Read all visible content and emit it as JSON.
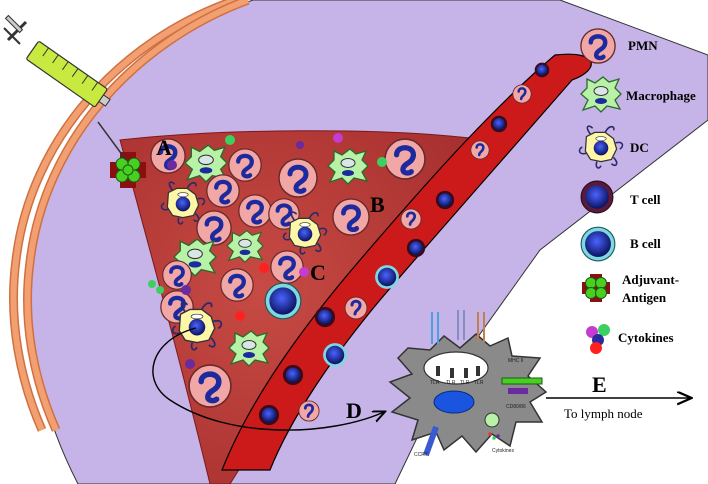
{
  "labels": {
    "A": "A",
    "B": "B",
    "C": "C",
    "D": "D",
    "E": "E",
    "to_lymph_node": "To lymph node"
  },
  "legend": {
    "pmn": "PMN",
    "macrophage": "Macrophage",
    "dc": "DC",
    "t_cell": "T cell",
    "b_cell": "B cell",
    "adjuvant_antigen_line1": "Adjuvant-",
    "adjuvant_antigen_line2": "Antigen",
    "cytokines": "Cytokines"
  },
  "dc_detail": {
    "mhc2": "MHC II",
    "cd80_86": "CD80/86",
    "ccr7": "CCR7",
    "cytokines": "Cytokines",
    "tlr_labels": [
      "TLR",
      "TLR",
      "TLR",
      "TLR"
    ]
  },
  "colors": {
    "muscle": "#c6b3e8",
    "skin": "#f2a071",
    "tissue": "#b8403c",
    "vessel": "#cc1a1a",
    "pmn": "#f2a7a7",
    "nucleus": "#1c2a9e",
    "macrophage": "#b7f2a7",
    "dc": "#fff7a8",
    "t_cell_ring": "#5a1a3c",
    "b_cell_ring": "#7fd8e0",
    "dc_detail": "#8a8a8a"
  }
}
